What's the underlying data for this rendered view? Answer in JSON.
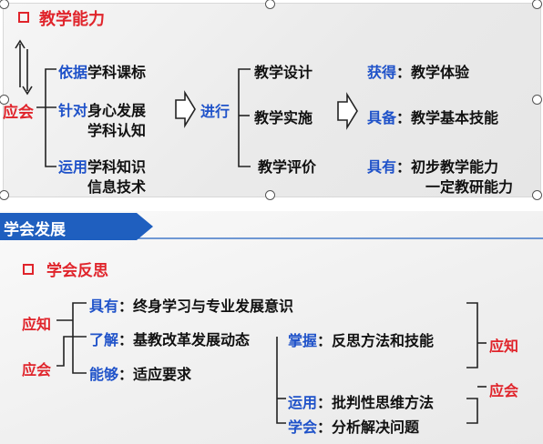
{
  "colors": {
    "red": "#e0242b",
    "blue": "#1f52c9",
    "banner": "#1f5fbf"
  },
  "section1": {
    "title": "教学能力",
    "left_label": "应会",
    "items": [
      {
        "verb": "依据",
        "text": "学科课标"
      },
      {
        "verb": "针对",
        "text": "身心发展",
        "text2": "学科认知"
      },
      {
        "verb": "运用",
        "text": "学科知识",
        "text2": "信息技术"
      }
    ],
    "connector": "进行",
    "stages": [
      "教学设计",
      "教学实施",
      "教学评价"
    ],
    "outcomes": [
      {
        "verb": "获得",
        "text": "：教学体验"
      },
      {
        "verb": "具备",
        "text": "：教学基本技能"
      },
      {
        "verb": "具有",
        "text": "：初步教学能力",
        "text2": "一定教研能力"
      }
    ]
  },
  "section2": {
    "banner": "学会发展",
    "title": "学会反思",
    "left_labels": [
      "应知",
      "应会"
    ],
    "left_items": [
      {
        "verb": "具有",
        "text": "：终身学习与专业发展意识"
      },
      {
        "verb": "了解",
        "text": "：基教改革发展动态"
      },
      {
        "verb": "能够",
        "text": "：适应要求"
      }
    ],
    "right_items": [
      {
        "verb": "掌握",
        "text": "：反思方法和技能"
      },
      {
        "verb": "运用",
        "text": "：批判性思维方法"
      },
      {
        "verb": "学会",
        "text": "：分析解决问题"
      }
    ],
    "right_labels": [
      "应知",
      "应会"
    ]
  }
}
